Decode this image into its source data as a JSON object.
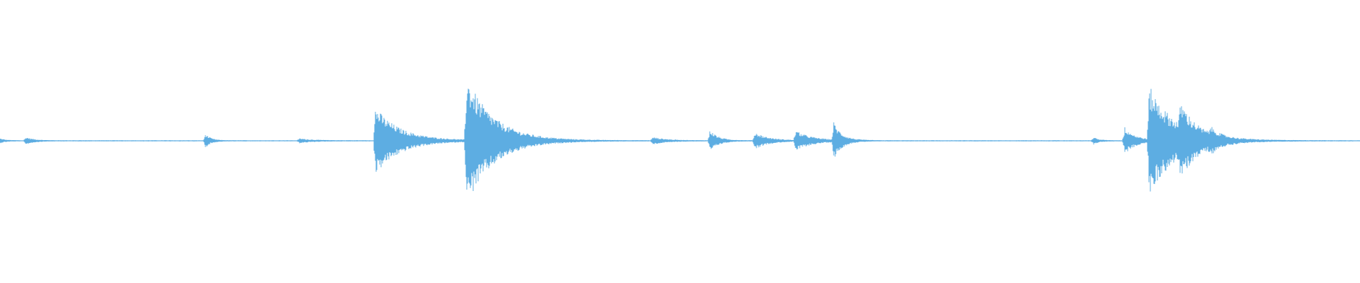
{
  "waveform": {
    "color": "#5dade2",
    "background": "#ffffff",
    "bursts": [
      {
        "t": 0.0,
        "amp": 0.03,
        "decay": 0.004
      },
      {
        "t": 0.019,
        "amp": 0.05,
        "decay": 0.006
      },
      {
        "t": 0.151,
        "amp": 0.1,
        "decay": 0.004
      },
      {
        "t": 0.22,
        "amp": 0.03,
        "decay": 0.01
      },
      {
        "t": 0.276,
        "amp": 0.5,
        "decay": 0.018
      },
      {
        "t": 0.343,
        "amp": 0.95,
        "decay": 0.02
      },
      {
        "t": 0.48,
        "amp": 0.05,
        "decay": 0.01
      },
      {
        "t": 0.522,
        "amp": 0.16,
        "decay": 0.006
      },
      {
        "t": 0.555,
        "amp": 0.12,
        "decay": 0.01
      },
      {
        "t": 0.585,
        "amp": 0.14,
        "decay": 0.012
      },
      {
        "t": 0.613,
        "amp": 0.26,
        "decay": 0.006
      },
      {
        "t": 0.804,
        "amp": 0.05,
        "decay": 0.004
      },
      {
        "t": 0.827,
        "amp": 0.2,
        "decay": 0.008
      },
      {
        "t": 0.845,
        "amp": 0.8,
        "decay": 0.02
      },
      {
        "t": 0.868,
        "amp": 0.35,
        "decay": 0.01
      },
      {
        "t": 0.89,
        "amp": 0.1,
        "decay": 0.006
      }
    ]
  }
}
